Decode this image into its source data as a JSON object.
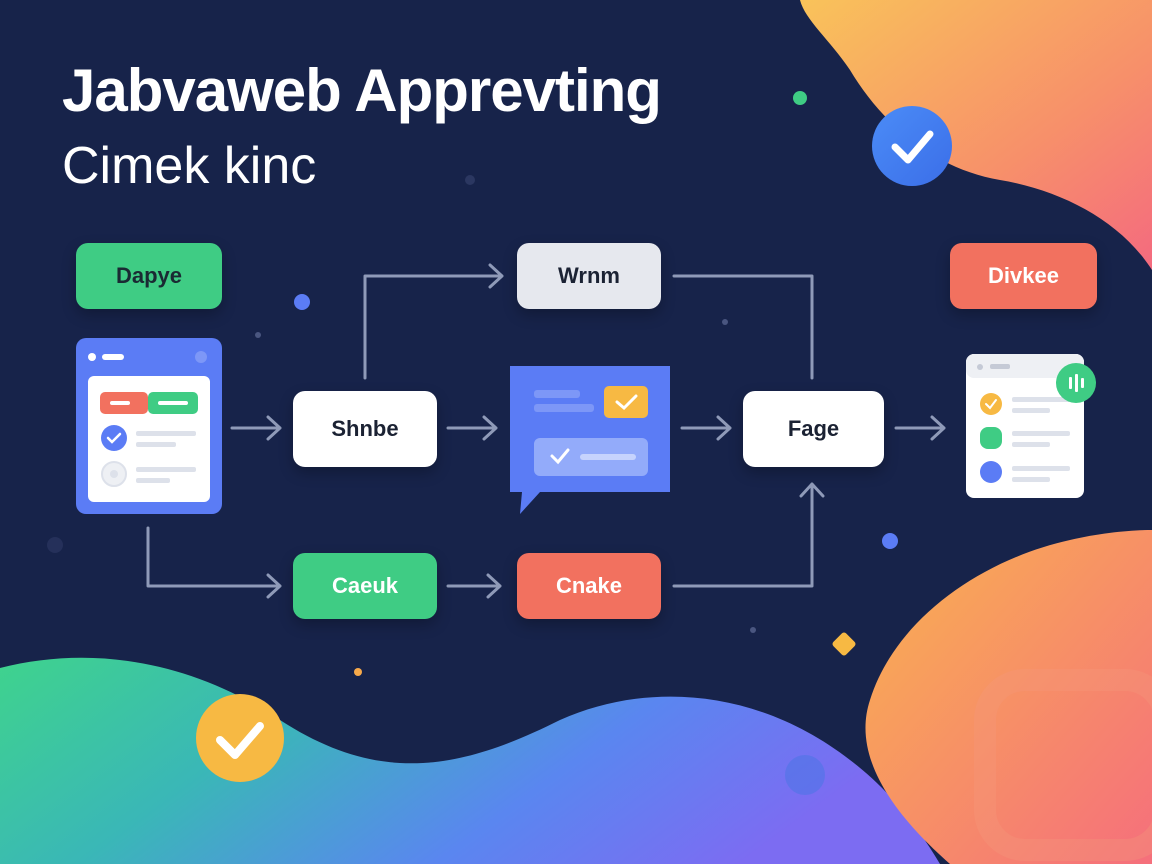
{
  "header": {
    "title": "Jabvaweb Apprevting",
    "subtitle": "Cimek kinc"
  },
  "nodes": {
    "dapye": "Dapye",
    "wrnm": "Wrnm",
    "divkee": "Divkee",
    "shnbe": "Shnbe",
    "fage": "Fage",
    "caeuk": "Caeuk",
    "cnake": "Cnake"
  },
  "colors": {
    "background": "#17234a",
    "green": "#3fcc84",
    "red": "#f2715f",
    "blue": "#5b7cf5",
    "orange": "#f7a94a",
    "yellow": "#f7b943"
  },
  "icons": [
    "check-badge-icon",
    "check-badge-icon",
    "speech-bubble-icon",
    "form-card-icon",
    "checklist-card-icon"
  ]
}
